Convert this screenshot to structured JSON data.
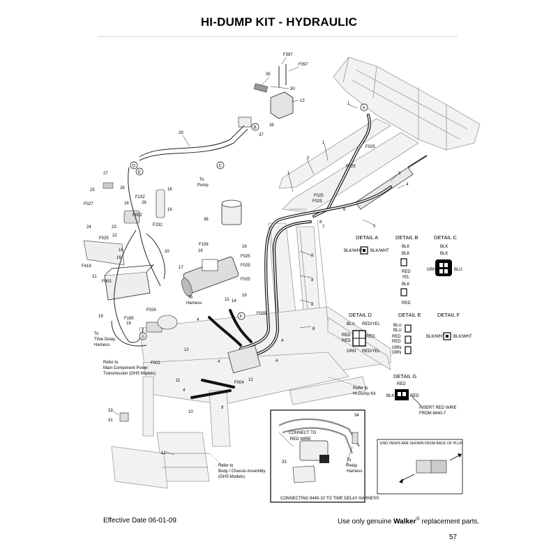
{
  "page": {
    "title": "HI-DUMP KIT - HYDRAULIC",
    "effective_date": "Effective Date 06-01-09",
    "tagline_pre": "Use only genuine ",
    "tagline_brand": "Walker",
    "tagline_mark": "®",
    "tagline_post": " replacement parts.",
    "page_number": "57"
  },
  "callouts": {
    "pump_to": "To",
    "pump": "Pump",
    "harness_to": "To",
    "harness": "Harness",
    "time_delay_to": "To",
    "time_delay_1": "Time Delay",
    "time_delay_2": "Harness",
    "ref_main_1": "Refer to",
    "ref_main_2": "Main Component Power",
    "ref_main_3": "Transmission (GHS Models)",
    "ref_hidump_1": "Refer to",
    "ref_hidump_2": "Hi-Dump Kit",
    "ref_body_1": "Refer to",
    "ref_body_2": "Body / Chassis Assembly",
    "ref_body_3": "(GHS Models)"
  },
  "inset": {
    "connect_1": "CONNECT TO",
    "connect_2": "RED WIRE",
    "relay_to": "To",
    "relay_1": "Relay",
    "relay_2": "Harness",
    "caption": "CONNECTING 8440-10 TO TIME DELAY HARNESS",
    "part_33": "33",
    "part_34": "34"
  },
  "end_views": {
    "caption": "END VIEWS ARE SHOWN FROM BACK OF PLUG"
  },
  "details": {
    "A": {
      "title": "DETAIL A",
      "left": "BLK/WHT",
      "right": "BLK/WHT"
    },
    "B": {
      "title": "DETAIL B",
      "w1": "BLK",
      "w2": "BLK",
      "w3": "RED",
      "w4": "YEL",
      "w5": "BLK",
      "w6": "RED"
    },
    "C": {
      "title": "DETAIL C",
      "top1": "BLK",
      "top2": "BLK",
      "left": "GRN",
      "right": "BLU"
    },
    "D": {
      "title": "DETAIL D",
      "tl": "BLU",
      "tr": "RED/YEL",
      "ml1": "RED",
      "ml2": "RED",
      "mr": "RED",
      "bl": "GRN",
      "br": "RED/YEL"
    },
    "E": {
      "title": "DETAIL E",
      "w1": "BLU",
      "w2": "BLU",
      "w3": "RED",
      "w4": "RED",
      "w5": "GRN",
      "w6": "GRN"
    },
    "F": {
      "title": "DETAIL F",
      "left": "BLK/WHT",
      "right": "BLK/WHT"
    },
    "G": {
      "title": "DETAIL G",
      "top": "RED",
      "left": "BLK",
      "right": "RED",
      "note1": "INSERT RED WIRE",
      "note2": "FROM 8440-7"
    }
  },
  "part_labels": [
    {
      "id": "p_f397a",
      "text": "F397"
    },
    {
      "id": "p_f397b",
      "text": "F397"
    },
    {
      "id": "p_35",
      "text": "35"
    },
    {
      "id": "p_30",
      "text": "30"
    },
    {
      "id": "p_13",
      "text": "13"
    },
    {
      "id": "p_36",
      "text": "36"
    },
    {
      "id": "p_37",
      "text": "37"
    },
    {
      "id": "p_29",
      "text": "29"
    },
    {
      "id": "p_27",
      "text": "27"
    },
    {
      "id": "p_26",
      "text": "26"
    },
    {
      "id": "p_25",
      "text": "25"
    },
    {
      "id": "p_f027",
      "text": "F027"
    },
    {
      "id": "p_f232a",
      "text": "F232"
    },
    {
      "id": "p_16a",
      "text": "16"
    },
    {
      "id": "p_28",
      "text": "28"
    },
    {
      "id": "p_f002a",
      "text": "F002"
    },
    {
      "id": "p_24",
      "text": "24"
    },
    {
      "id": "p_23",
      "text": "23"
    },
    {
      "id": "p_22",
      "text": "22"
    },
    {
      "id": "p_f025a",
      "text": "F025"
    },
    {
      "id": "p_16b",
      "text": "16"
    },
    {
      "id": "p_16c",
      "text": "16"
    },
    {
      "id": "p_f232b",
      "text": "F232"
    },
    {
      "id": "p_16d",
      "text": "16"
    },
    {
      "id": "p_16e",
      "text": "16"
    },
    {
      "id": "p_20",
      "text": "20"
    },
    {
      "id": "p_f418",
      "text": "F418"
    },
    {
      "id": "p_21",
      "text": "21"
    },
    {
      "id": "p_f002b",
      "text": "F002"
    },
    {
      "id": "p_19",
      "text": "19"
    },
    {
      "id": "p_f026",
      "text": "F026"
    },
    {
      "id": "p_f185",
      "text": "F185"
    },
    {
      "id": "p_18",
      "text": "18"
    },
    {
      "id": "p_f002c",
      "text": "F002"
    },
    {
      "id": "p_12a",
      "text": "12"
    },
    {
      "id": "p_32",
      "text": "32"
    },
    {
      "id": "p_31",
      "text": "31"
    },
    {
      "id": "p_12b",
      "text": "12"
    },
    {
      "id": "p_38",
      "text": "38"
    },
    {
      "id": "p_f106",
      "text": "F106"
    },
    {
      "id": "p_16f",
      "text": "16"
    },
    {
      "id": "p_17",
      "text": "17"
    },
    {
      "id": "p_15",
      "text": "15"
    },
    {
      "id": "p_14",
      "text": "14"
    },
    {
      "id": "p_4a",
      "text": "4"
    },
    {
      "id": "p_2",
      "text": "2"
    },
    {
      "id": "p_1a",
      "text": "1"
    },
    {
      "id": "p_1b",
      "text": "1"
    },
    {
      "id": "p_1c",
      "text": "1"
    },
    {
      "id": "p_f025b",
      "text": "F025"
    },
    {
      "id": "p_f025c",
      "text": "F025"
    },
    {
      "id": "p_f025d",
      "text": "F025"
    },
    {
      "id": "p_f025e",
      "text": "F025"
    },
    {
      "id": "p_3",
      "text": "3"
    },
    {
      "id": "p_4b",
      "text": "4"
    },
    {
      "id": "p_6",
      "text": "6"
    },
    {
      "id": "p_5",
      "text": "5"
    },
    {
      "id": "p_7",
      "text": "7"
    },
    {
      "id": "p_8a",
      "text": "8"
    },
    {
      "id": "p_8b",
      "text": "8"
    },
    {
      "id": "p_8c",
      "text": "8"
    },
    {
      "id": "p_8d",
      "text": "8"
    },
    {
      "id": "p_8e",
      "text": "8"
    },
    {
      "id": "p_16g",
      "text": "16"
    },
    {
      "id": "p_f025f",
      "text": "F025"
    },
    {
      "id": "p_f025g",
      "text": "F025"
    },
    {
      "id": "p_16h",
      "text": "16"
    },
    {
      "id": "p_f025h",
      "text": "F025"
    },
    {
      "id": "p_f025i",
      "text": "F025"
    },
    {
      "id": "p_4c",
      "text": "4"
    },
    {
      "id": "p_4d",
      "text": "4"
    },
    {
      "id": "p_4e",
      "text": "4"
    },
    {
      "id": "p_11",
      "text": "11"
    },
    {
      "id": "p_f004",
      "text": "F004"
    },
    {
      "id": "p_10",
      "text": "10"
    },
    {
      "id": "p_9",
      "text": "9"
    },
    {
      "id": "p_4f",
      "text": "4"
    },
    {
      "id": "p_12c",
      "text": "12"
    }
  ],
  "detail_markers": [
    {
      "id": "m_a",
      "text": "A"
    },
    {
      "id": "m_b",
      "text": "B"
    },
    {
      "id": "m_c",
      "text": "C"
    },
    {
      "id": "m_d",
      "text": "D"
    },
    {
      "id": "m_e",
      "text": "E"
    },
    {
      "id": "m_f",
      "text": "F"
    },
    {
      "id": "m_g",
      "text": "G"
    }
  ]
}
